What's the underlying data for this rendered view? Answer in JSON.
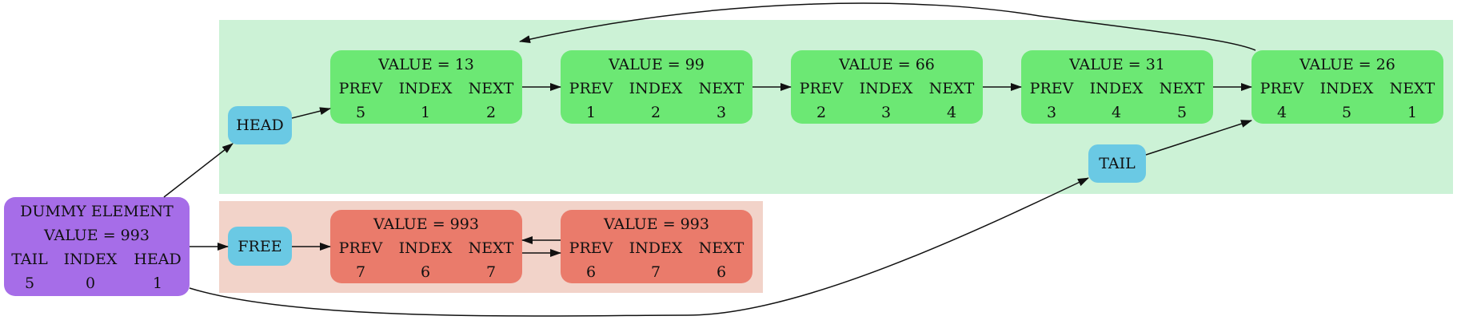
{
  "colors": {
    "list_cluster_bg": "#ccf2d6",
    "free_cluster_bg": "#f2d3c9",
    "list_node": "#6ce874",
    "free_node": "#ea7b6b",
    "pointer_node": "#6ac9e4",
    "dummy_node": "#a66de8",
    "edge": "#111111"
  },
  "dummy": {
    "title": "DUMMY ELEMENT",
    "value": "VALUE = 993",
    "headers": [
      "TAIL",
      "INDEX",
      "HEAD"
    ],
    "values": [
      "5",
      "0",
      "1"
    ]
  },
  "pointers": {
    "head": "HEAD",
    "tail": "TAIL",
    "free": "FREE"
  },
  "list_nodes": [
    {
      "title": "VALUE = 13",
      "headers": [
        "PREV",
        "INDEX",
        "NEXT"
      ],
      "values": [
        "5",
        "1",
        "2"
      ]
    },
    {
      "title": "VALUE = 99",
      "headers": [
        "PREV",
        "INDEX",
        "NEXT"
      ],
      "values": [
        "1",
        "2",
        "3"
      ]
    },
    {
      "title": "VALUE = 66",
      "headers": [
        "PREV",
        "INDEX",
        "NEXT"
      ],
      "values": [
        "2",
        "3",
        "4"
      ]
    },
    {
      "title": "VALUE = 31",
      "headers": [
        "PREV",
        "INDEX",
        "NEXT"
      ],
      "values": [
        "3",
        "4",
        "5"
      ]
    },
    {
      "title": "VALUE = 26",
      "headers": [
        "PREV",
        "INDEX",
        "NEXT"
      ],
      "values": [
        "4",
        "5",
        "1"
      ]
    }
  ],
  "free_nodes": [
    {
      "title": "VALUE = 993",
      "headers": [
        "PREV",
        "INDEX",
        "NEXT"
      ],
      "values": [
        "7",
        "6",
        "7"
      ]
    },
    {
      "title": "VALUE = 993",
      "headers": [
        "PREV",
        "INDEX",
        "NEXT"
      ],
      "values": [
        "6",
        "7",
        "6"
      ]
    }
  ]
}
